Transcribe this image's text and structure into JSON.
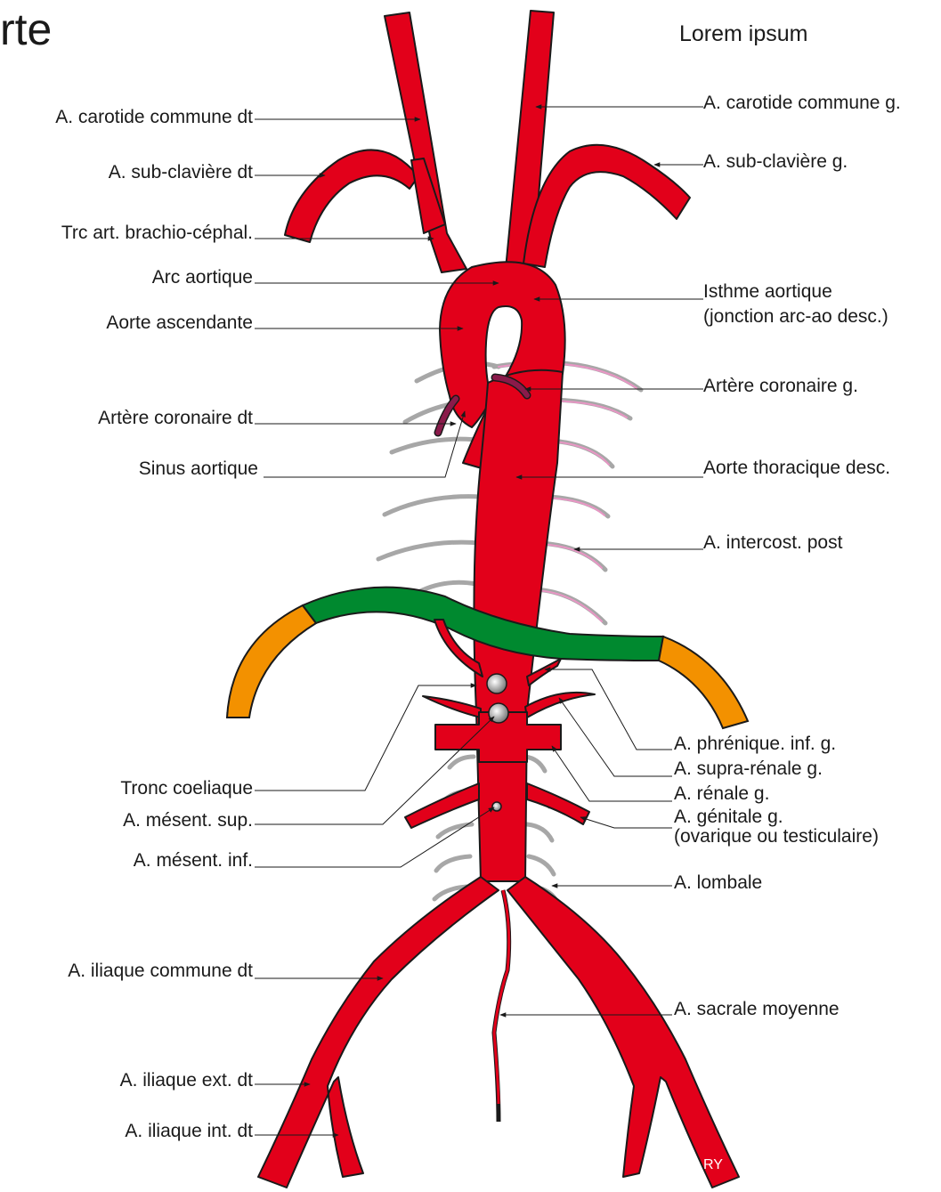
{
  "title": "rte",
  "subtitle": "Lorem ipsum",
  "signature": "RY",
  "colors": {
    "artery": "#e2001a",
    "coronary": "#8a1a4a",
    "diaphragm_center": "#00892f",
    "diaphragm_side": "#f39100",
    "rib": "#a7a7a7",
    "rib_inner": "#e896c4"
  },
  "labels_left": {
    "carotide_dt": "A. carotide commune dt",
    "subclaviere_dt": "A. sub-clavière dt",
    "brachio": "Trc art. brachio-céphal.",
    "arc": "Arc aortique",
    "ascendante": "Aorte ascendante",
    "coronaire_dt": "Artère coronaire dt",
    "sinus": "Sinus aortique",
    "coeliaque": "Tronc coeliaque",
    "mesent_sup": "A. mésent. sup.",
    "mesent_inf": "A. mésent. inf.",
    "iliaque_commune": "A. iliaque commune dt",
    "iliaque_ext": "A. iliaque ext. dt",
    "iliaque_int": "A. iliaque int. dt"
  },
  "labels_right": {
    "carotide_g": "A. carotide commune g.",
    "subclaviere_g": "A. sub-clavière g.",
    "isthme_1": "Isthme aortique",
    "isthme_2": "(jonction arc-ao desc.)",
    "coronaire_g": "Artère coronaire g.",
    "thoracique": "Aorte thoracique desc.",
    "intercost": "A. intercost. post",
    "phrenique": "A. phrénique. inf. g.",
    "supra_renale": "A. supra-rénale g.",
    "renale": "A. rénale g.",
    "genitale_1": "A. génitale g.",
    "genitale_2": "(ovarique ou testiculaire)",
    "lombale": "A. lombale",
    "sacrale": "A. sacrale moyenne"
  }
}
